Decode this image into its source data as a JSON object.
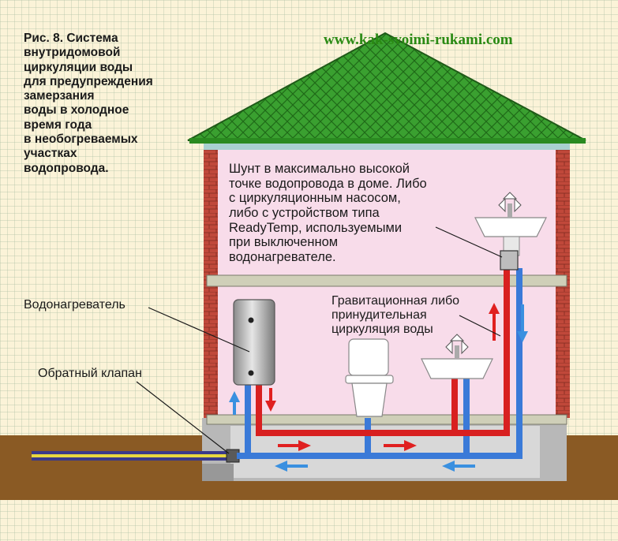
{
  "caption": "Рис. 8. Система\nвнутридомовой\nциркуляции воды\nдля  предупреждения\nзамерзания\nводы в холодное\nвремя года\nв необогреваемых\nучастках\nводопровода.",
  "website": "www.kak-svoimi-rukami.com",
  "labels": {
    "shunt": "Шунт в максимально высокой\nточке водопровода в доме. Либо\nс циркуляционным  насосом,\nлибо с устройством типа\nReadyTemp, используемыми\nпри выключенном\nводонагревателе.",
    "water_heater": "Водонагреватель",
    "check_valve": "Обратный клапан",
    "circulation": "Гравитационная либо\nпринудительная\nциркуляция воды"
  },
  "colors": {
    "roof": "#3aa030",
    "wall_brick": "#c0483a",
    "interior": "#f8dcea",
    "ground": "#8a5a24",
    "hot_pipe": "#d82020",
    "cold_pipe": "#3a7ad8",
    "arrow_hot": "#e02020",
    "arrow_cold": "#3a90e0",
    "text": "#1a1a1a",
    "website": "#2a8a14"
  },
  "icons": [
    "hot-arrow-icon",
    "cold-arrow-icon",
    "faucet-icon"
  ]
}
